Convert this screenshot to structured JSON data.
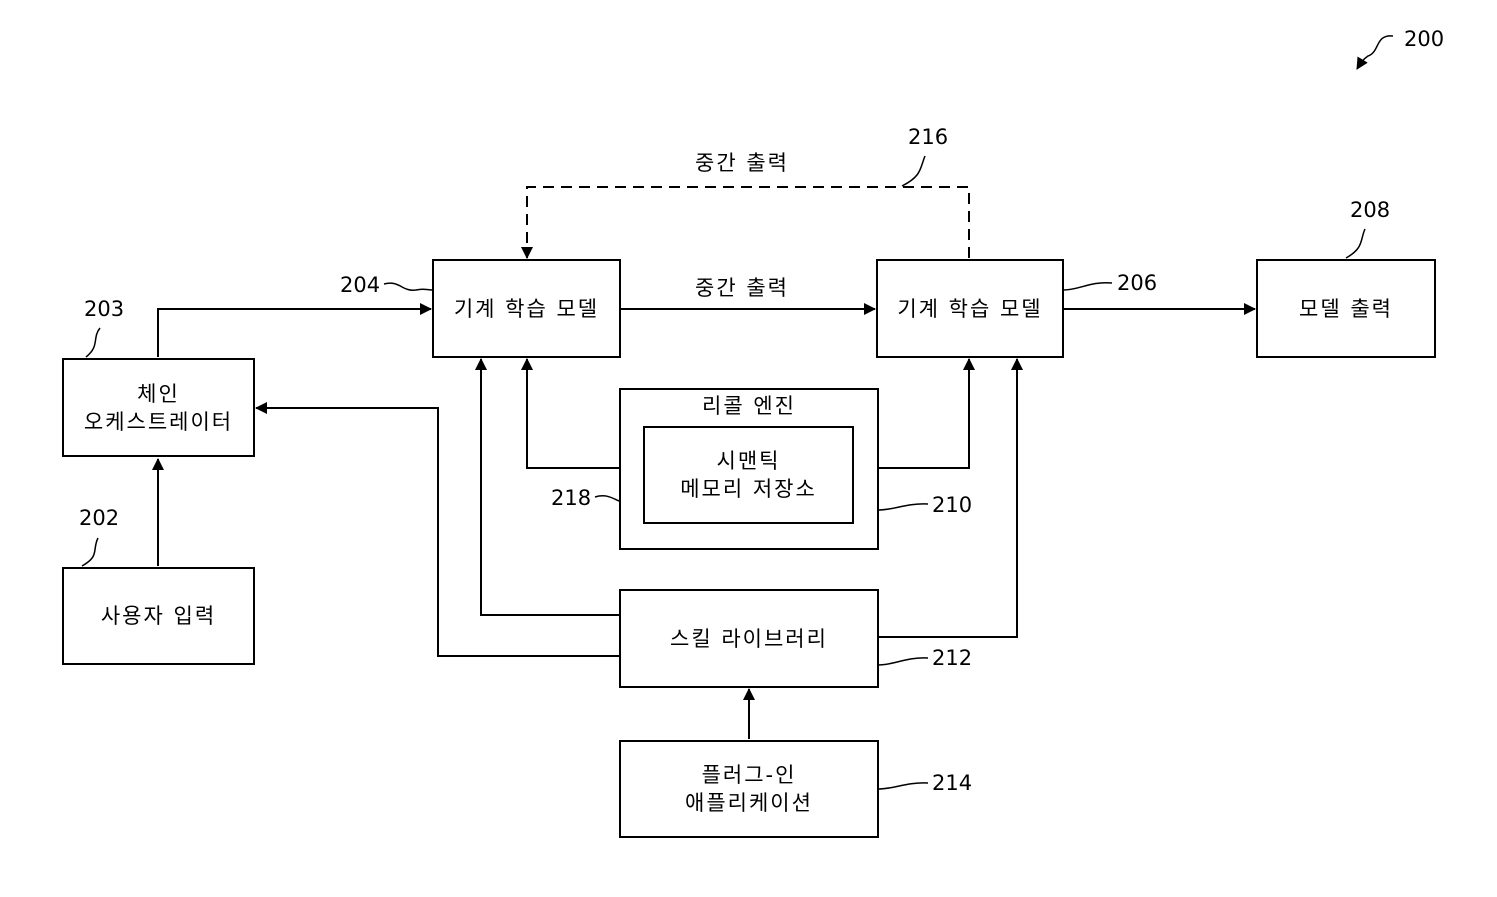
{
  "figure_ref": "200",
  "boxes": {
    "user_input": {
      "ref": "202",
      "lines": [
        "사용자 입력"
      ]
    },
    "chain_orchestrator": {
      "ref": "203",
      "lines": [
        "체인",
        "오케스트레이터"
      ]
    },
    "ml_model_a": {
      "ref": "204",
      "lines": [
        "기계 학습 모델"
      ]
    },
    "ml_model_b": {
      "ref": "206",
      "lines": [
        "기계 학습 모델"
      ]
    },
    "model_output": {
      "ref": "208",
      "lines": [
        "모델 출력"
      ]
    },
    "recall_engine": {
      "ref": "210",
      "lines": [
        "리콜 엔진"
      ]
    },
    "semantic_memory": {
      "ref": "218",
      "lines": [
        "시맨틱",
        "메모리 저장소"
      ]
    },
    "skill_library": {
      "ref": "212",
      "lines": [
        "스킬 라이브러리"
      ]
    },
    "plugin_app": {
      "ref": "214",
      "lines": [
        "플러그-인",
        "애플리케이션"
      ]
    }
  },
  "edges": {
    "intermediate_output_direct": {
      "label": "중간 출력"
    },
    "intermediate_output_feedback": {
      "ref": "216",
      "label": "중간 출력"
    }
  }
}
